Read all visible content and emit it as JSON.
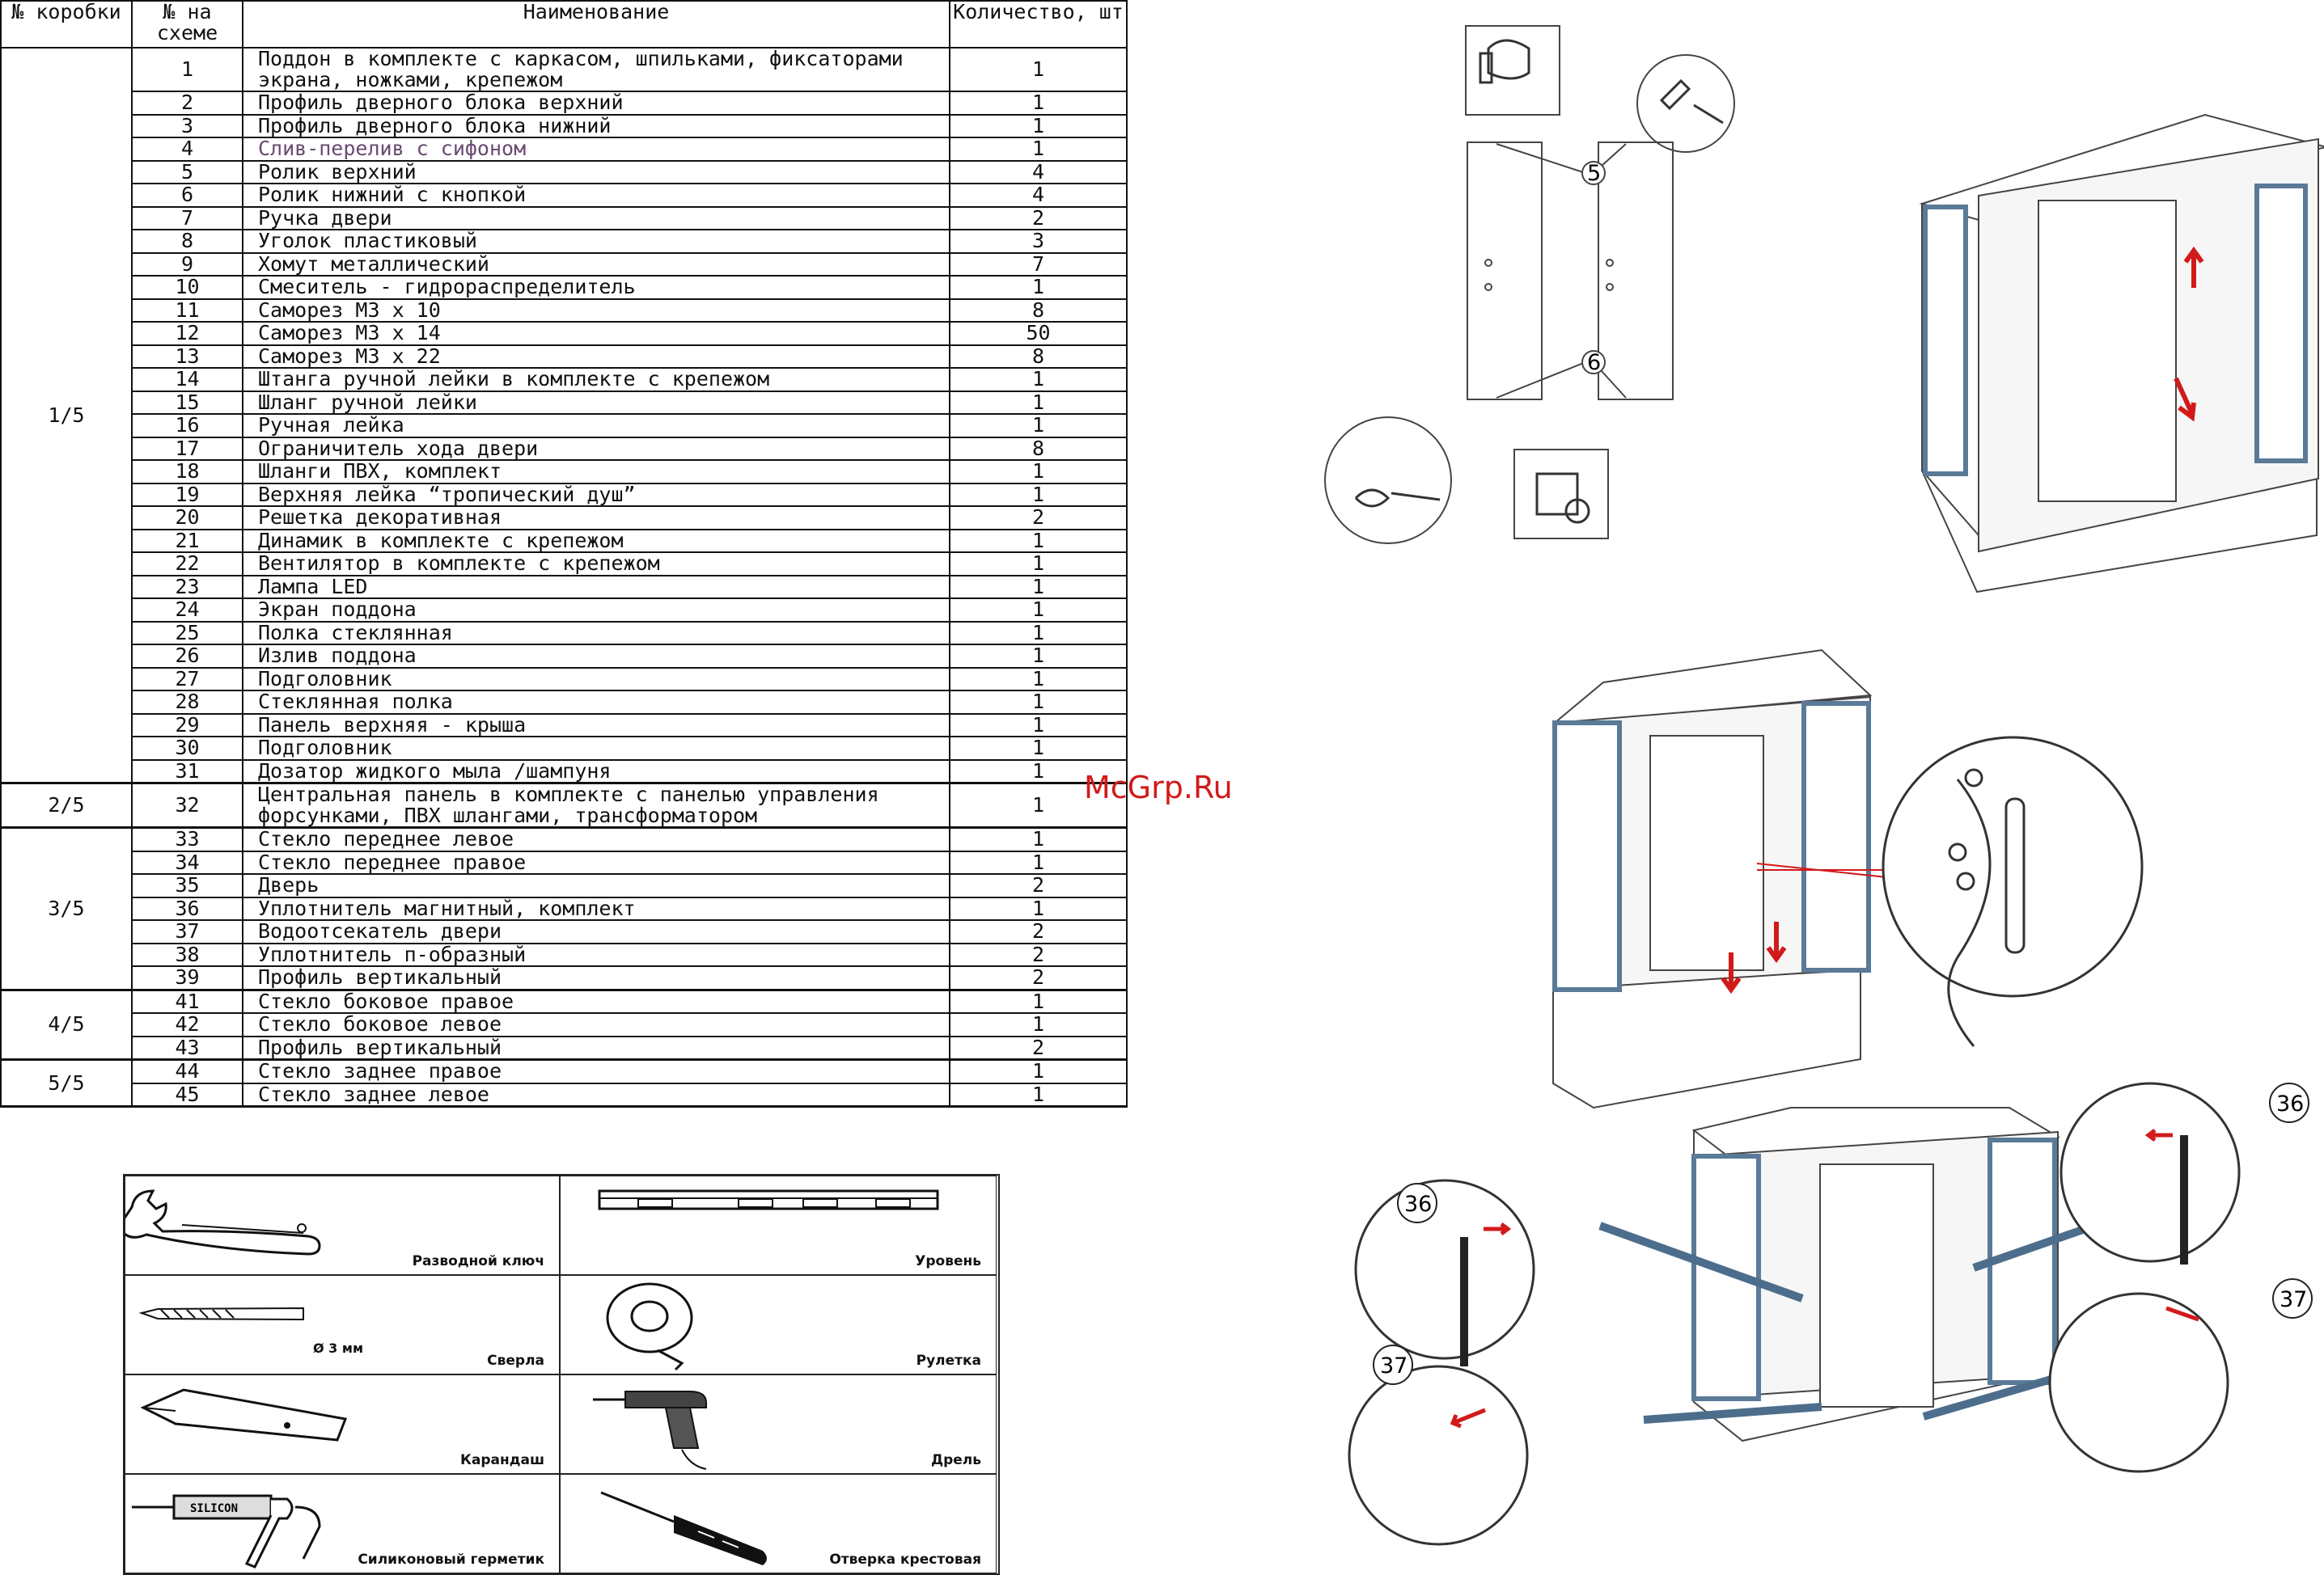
{
  "table": {
    "headers": {
      "box": "№ коробки",
      "num": "№ на схеме",
      "name": "Наименование",
      "qty": "Количество, шт"
    },
    "groups": [
      {
        "box": "1/5",
        "rows": [
          {
            "num": "1",
            "name": "Поддон в комплекте с каркасом, шпильками, фиксаторами экрана, ножками, крепежом",
            "qty": "1"
          },
          {
            "num": "2",
            "name": "Профиль дверного блока верхний",
            "qty": "1"
          },
          {
            "num": "3",
            "name": "Профиль дверного блока нижний",
            "qty": "1"
          },
          {
            "num": "4",
            "name": "Слив-перелив с сифоном",
            "qty": "1"
          },
          {
            "num": "5",
            "name": "Ролик верхний",
            "qty": "4"
          },
          {
            "num": "6",
            "name": "Ролик нижний с кнопкой",
            "qty": "4"
          },
          {
            "num": "7",
            "name": "Ручка двери",
            "qty": "2"
          },
          {
            "num": "8",
            "name": "Уголок пластиковый",
            "qty": "3"
          },
          {
            "num": "9",
            "name": "Хомут металлический",
            "qty": "7"
          },
          {
            "num": "10",
            "name": "Смеситель - гидрораспределитель",
            "qty": "1"
          },
          {
            "num": "11",
            "name": "Саморез М3 х 10",
            "qty": "8"
          },
          {
            "num": "12",
            "name": "Саморез М3 х 14",
            "qty": "50"
          },
          {
            "num": "13",
            "name": "Саморез М3 х 22",
            "qty": "8"
          },
          {
            "num": "14",
            "name": "Штанга ручной лейки в комплекте с крепежом",
            "qty": "1"
          },
          {
            "num": "15",
            "name": "Шланг ручной лейки",
            "qty": "1"
          },
          {
            "num": "16",
            "name": "Ручная лейка",
            "qty": "1"
          },
          {
            "num": "17",
            "name": "Ограничитель хода двери",
            "qty": "8"
          },
          {
            "num": "18",
            "name": "Шланги ПВХ, комплект",
            "qty": "1"
          },
          {
            "num": "19",
            "name": "Верхняя лейка “тропический душ”",
            "qty": "1"
          },
          {
            "num": "20",
            "name": "Решетка декоративная",
            "qty": "2"
          },
          {
            "num": "21",
            "name": "Динамик в комплекте с крепежом",
            "qty": "1"
          },
          {
            "num": "22",
            "name": "Вентилятор в комплекте с крепежом",
            "qty": "1"
          },
          {
            "num": "23",
            "name": "Лампа LED",
            "qty": "1"
          },
          {
            "num": "24",
            "name": "Экран поддона",
            "qty": "1"
          },
          {
            "num": "25",
            "name": "Полка стеклянная",
            "qty": "1"
          },
          {
            "num": "26",
            "name": "Излив поддона",
            "qty": "1"
          },
          {
            "num": "27",
            "name": "Подголовник",
            "qty": "1"
          },
          {
            "num": "28",
            "name": "Стеклянная полка",
            "qty": "1"
          },
          {
            "num": "29",
            "name": "Панель верхняя - крыша",
            "qty": "1"
          },
          {
            "num": "30",
            "name": "Подголовник",
            "qty": "1"
          },
          {
            "num": "31",
            "name": "Дозатор жидкого мыла /шампуня",
            "qty": "1"
          }
        ]
      },
      {
        "box": "2/5",
        "rows": [
          {
            "num": "32",
            "name": "Центральная панель в комплекте с панелью управления форсунками, ПВХ шлангами, трансформатором",
            "qty": "1"
          }
        ]
      },
      {
        "box": "3/5",
        "rows": [
          {
            "num": "33",
            "name": "Стекло переднее левое",
            "qty": "1"
          },
          {
            "num": "34",
            "name": "Стекло переднее правое",
            "qty": "1"
          },
          {
            "num": "35",
            "name": "Дверь",
            "qty": "2"
          },
          {
            "num": "36",
            "name": "Уплотнитель магнитный, комплект",
            "qty": "1"
          },
          {
            "num": "37",
            "name": "Водоотсекатель двери",
            "qty": "2"
          },
          {
            "num": "38",
            "name": "Уплотнитель п-образный",
            "qty": "2"
          },
          {
            "num": "39",
            "name": "Профиль вертикальный",
            "qty": "2"
          }
        ]
      },
      {
        "box": "4/5",
        "rows": [
          {
            "num": "41",
            "name": "Стекло боковое правое",
            "qty": "1"
          },
          {
            "num": "42",
            "name": "Стекло боковое левое",
            "qty": "1"
          },
          {
            "num": "43",
            "name": "Профиль вертикальный",
            "qty": "2"
          }
        ]
      },
      {
        "box": "5/5",
        "rows": [
          {
            "num": "44",
            "name": "Стекло заднее правое",
            "qty": "1"
          },
          {
            "num": "45",
            "name": "Стекло заднее левое",
            "qty": "1"
          }
        ]
      }
    ]
  },
  "tools": {
    "wrench": "Разводной ключ",
    "level": "Уровень",
    "drill_bit": "Сверла",
    "drill_diameter": "Ø 3 мм",
    "tape": "Рулетка",
    "pencil": "Карандаш",
    "drill": "Дрель",
    "sealant": "Силиконовый герметик",
    "sealant_text": "SILICON",
    "screwdriver": "Отверка крестовая"
  },
  "watermark": "McGrp.Ru",
  "callouts": {
    "c5": "5",
    "c6": "6",
    "c36a": "36",
    "c36b": "36",
    "c37a": "37",
    "c37b": "37"
  },
  "colors": {
    "panel_blue": "#5a7a98",
    "arrow_red": "#d21a1a",
    "arrow_blue": "#4c6e8c"
  }
}
